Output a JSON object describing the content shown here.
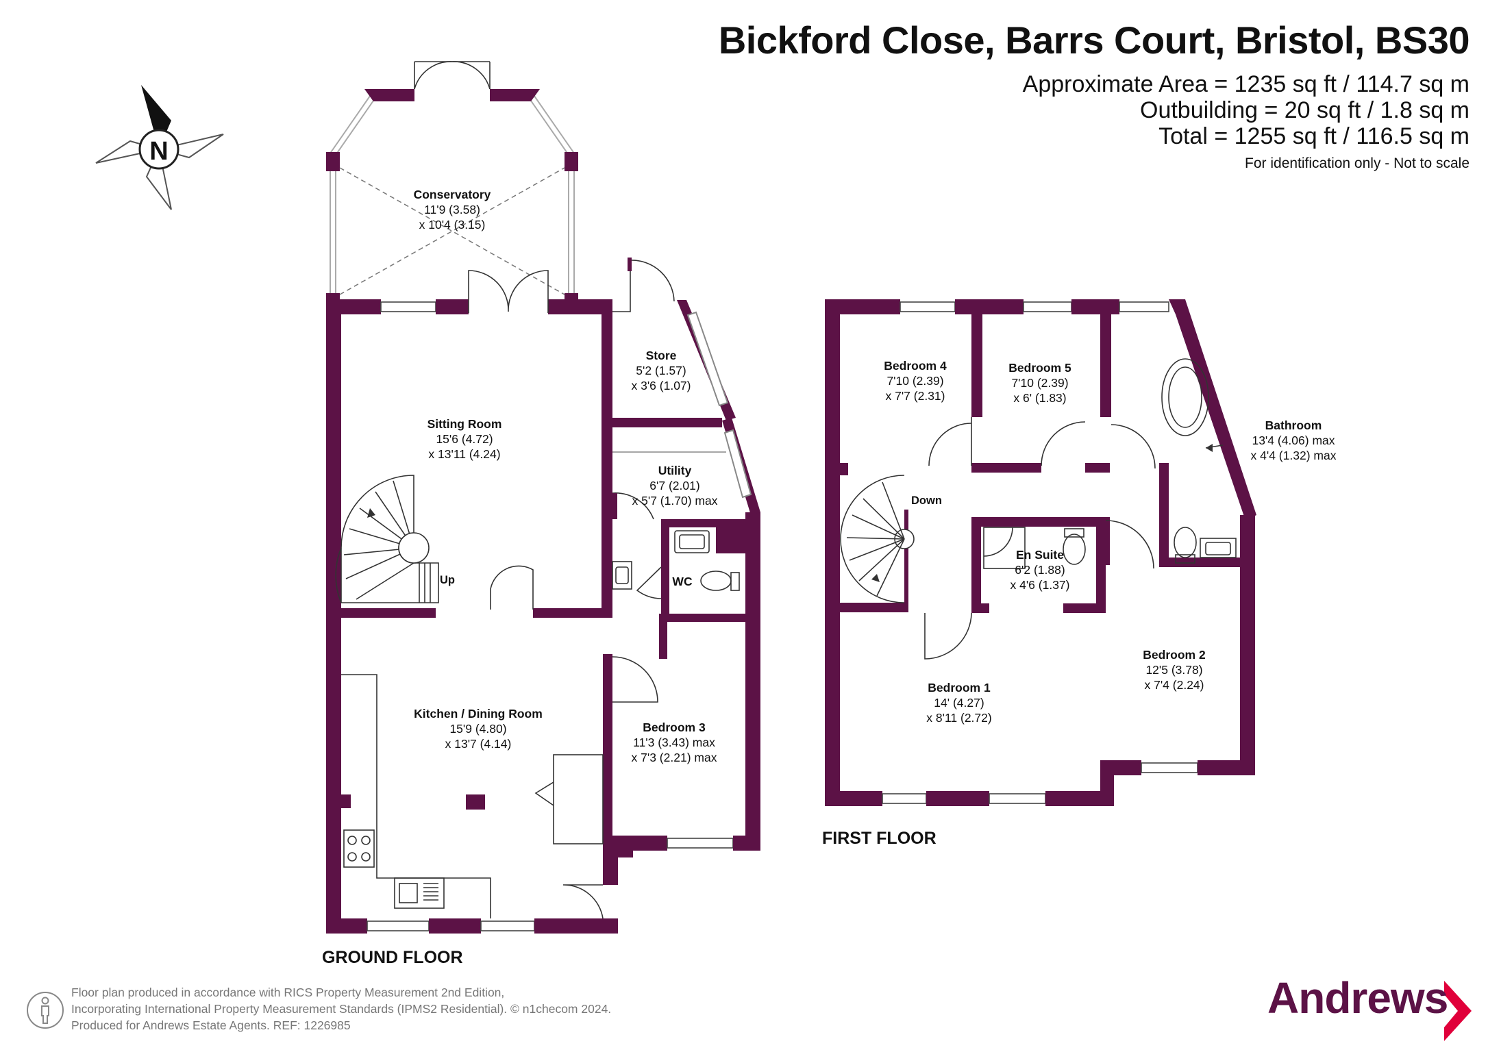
{
  "header": {
    "title": "Bickford Close, Barrs Court, Bristol, BS30",
    "approx_area": "Approximate Area = 1235 sq ft / 114.7 sq m",
    "outbuilding": "Outbuilding = 20 sq ft / 1.8 sq m",
    "total": "Total = 1255 sq ft / 116.5 sq m",
    "disclaimer": "For identification only - Not to scale"
  },
  "compass": {
    "label": "N"
  },
  "ground_floor": {
    "label": "GROUND FLOOR",
    "rooms": [
      {
        "name": "Conservatory",
        "dims": [
          "11'9 (3.58)",
          "x 10'4 (3.15)"
        ]
      },
      {
        "name": "Store",
        "dims": [
          "5'2 (1.57)",
          "x 3'6 (1.07)"
        ]
      },
      {
        "name": "Sitting Room",
        "dims": [
          "15'6 (4.72)",
          "x 13'11 (4.24)"
        ]
      },
      {
        "name": "Utility",
        "dims": [
          "6'7 (2.01)",
          "x 5'7 (1.70) max"
        ]
      },
      {
        "name": "WC",
        "dims": []
      },
      {
        "name": "Kitchen / Dining Room",
        "dims": [
          "15'9 (4.80)",
          "x 13'7 (4.14)"
        ]
      },
      {
        "name": "Bedroom 3",
        "dims": [
          "11'3 (3.43) max",
          "x 7'3 (2.21) max"
        ]
      }
    ],
    "stairs_label": "Up"
  },
  "first_floor": {
    "label": "FIRST FLOOR",
    "rooms": [
      {
        "name": "Bedroom 4",
        "dims": [
          "7'10 (2.39)",
          "x 7'7 (2.31)"
        ]
      },
      {
        "name": "Bedroom 5",
        "dims": [
          "7'10 (2.39)",
          "x 6' (1.83)"
        ]
      },
      {
        "name": "Bathroom",
        "dims": [
          "13'4 (4.06) max",
          "x 4'4 (1.32) max"
        ]
      },
      {
        "name": "En Suite",
        "dims": [
          "6'2 (1.88)",
          "x 4'6 (1.37)"
        ]
      },
      {
        "name": "Bedroom 1",
        "dims": [
          "14' (4.27)",
          "x 8'11 (2.72)"
        ]
      },
      {
        "name": "Bedroom 2",
        "dims": [
          "12'5 (3.78)",
          "x 7'4 (2.24)"
        ]
      }
    ],
    "stairs_label": "Down"
  },
  "footer": {
    "line1": "Floor plan produced in accordance with RICS Property Measurement 2nd Edition,",
    "line2": "Incorporating International Property Measurement Standards (IPMS2 Residential).   © n1checom 2024.",
    "line3": "Produced for Andrews Estate Agents.   REF: 1226985"
  },
  "brand": {
    "name": "Andrews"
  },
  "colors": {
    "wall": "#5c1246",
    "brand": "#5c1246",
    "arrow": "#e0003a"
  }
}
